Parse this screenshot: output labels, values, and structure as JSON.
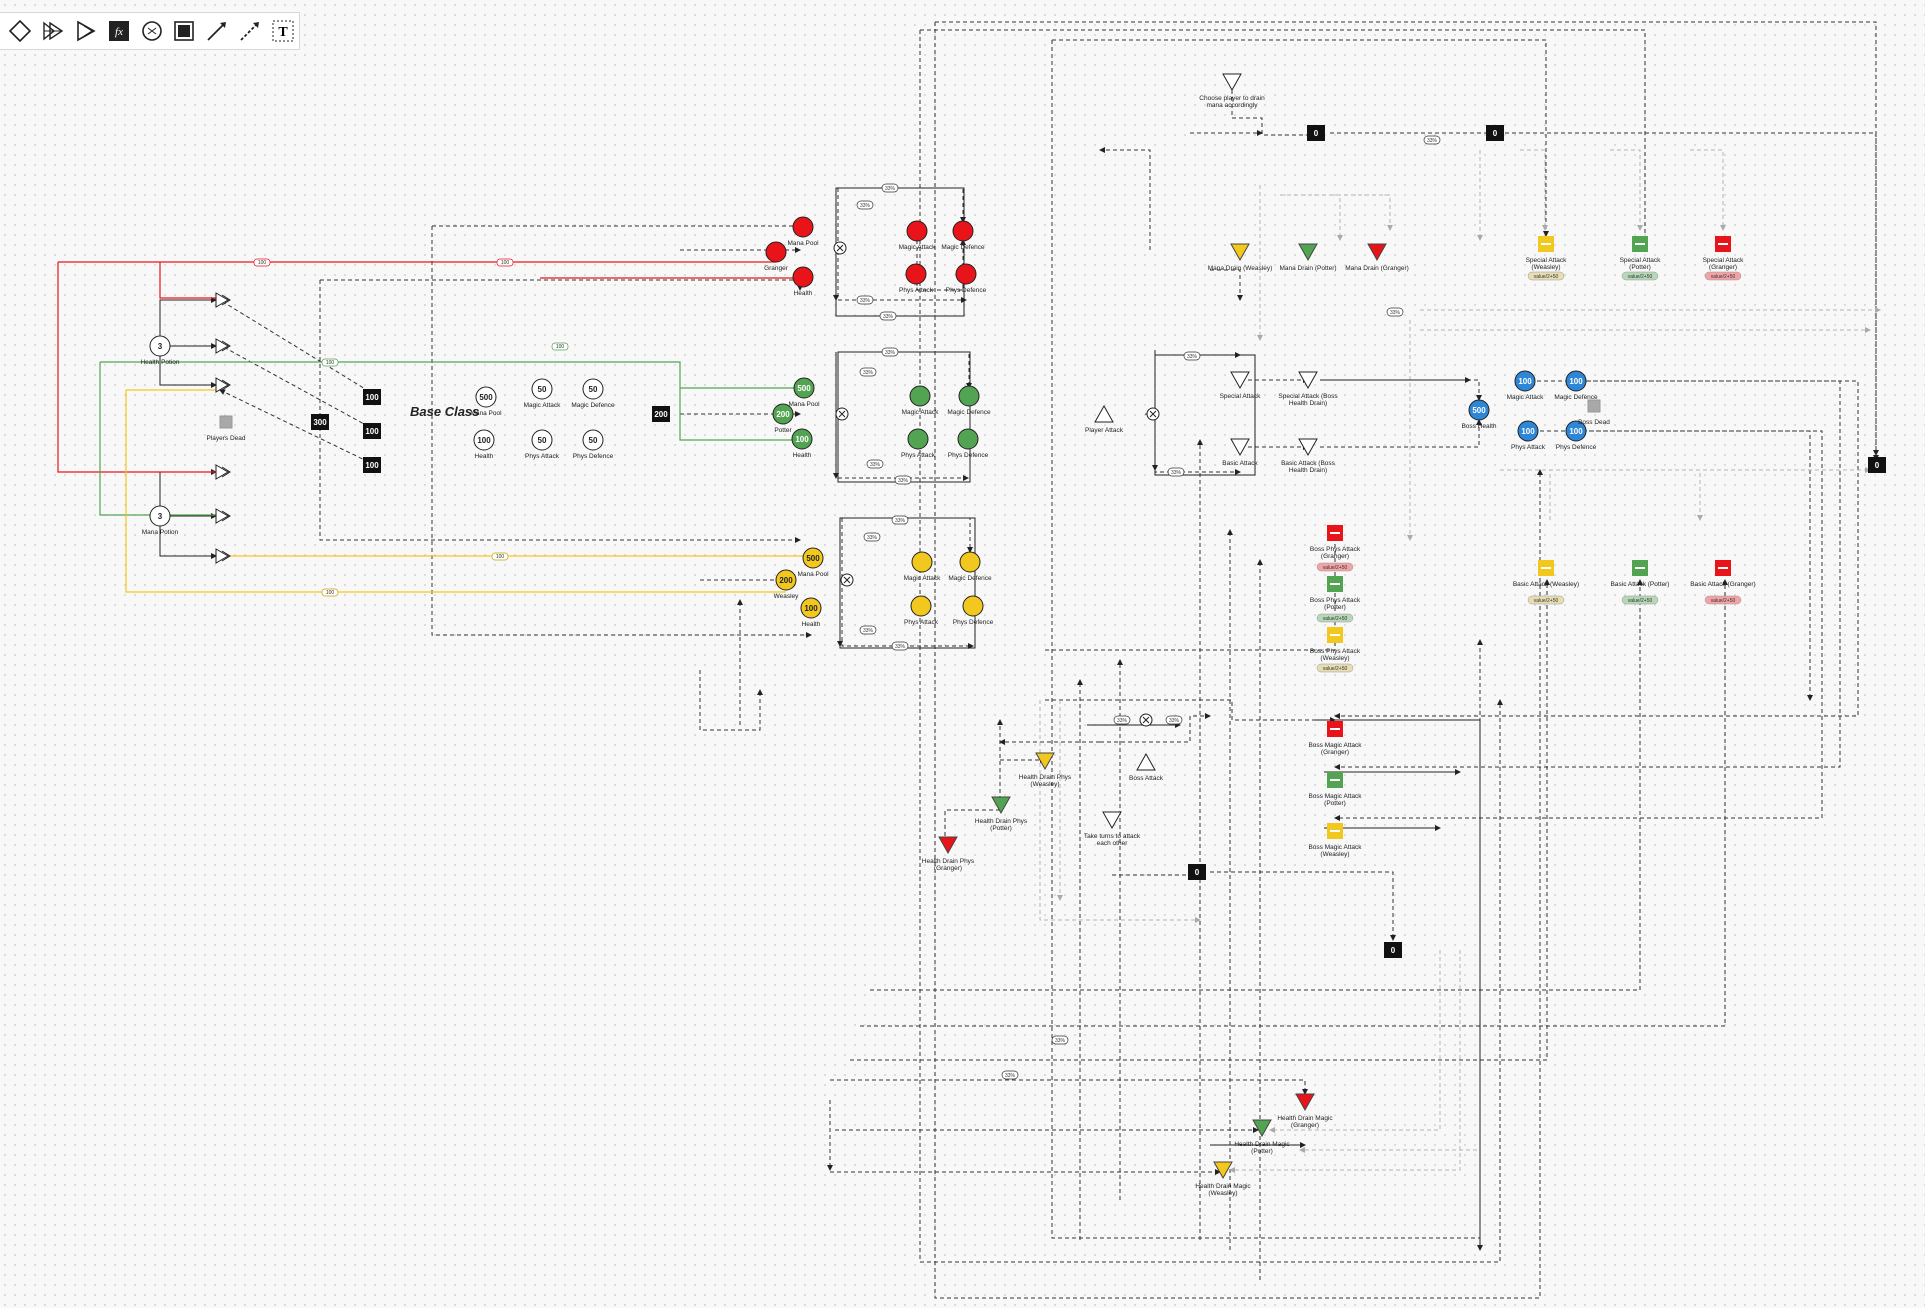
{
  "toolbar": {
    "tools": [
      {
        "name": "pool-tool-icon"
      },
      {
        "name": "source-tool-icon"
      },
      {
        "name": "drain-tool-icon"
      },
      {
        "name": "formula-tool-icon",
        "label": "fx"
      },
      {
        "name": "register-tool-icon"
      },
      {
        "name": "end-condition-tool-icon"
      },
      {
        "name": "resource-connection-tool-icon"
      },
      {
        "name": "state-connection-tool-icon"
      },
      {
        "name": "text-label-tool-icon",
        "label": "T"
      }
    ]
  },
  "colors": {
    "red": "#e8141a",
    "green": "#52a452",
    "yellow": "#f2c81f",
    "blue": "#2e86d6",
    "gray": "#a8a8a8",
    "black": "#111111",
    "lightred": "#f3a3a6",
    "lightgreen": "#b7d8b7",
    "lightyellow": "#e7ddb2"
  },
  "diagram": {
    "base_class_title": "Base Class",
    "nodes": [
      {
        "id": "health-potion-pool",
        "label": "Health Potion",
        "value": "3",
        "color": "white"
      },
      {
        "id": "mana-potion-pool",
        "label": "Mana Potion",
        "value": "3",
        "color": "white"
      },
      {
        "id": "players-dead",
        "label": "Players Dead",
        "color": "gray"
      },
      {
        "id": "reg-100-a",
        "value": "100"
      },
      {
        "id": "reg-100-b",
        "value": "100"
      },
      {
        "id": "reg-100-c",
        "value": "100"
      },
      {
        "id": "reg-300",
        "value": "300"
      },
      {
        "id": "base-mana-pool",
        "label": "Mana Pool",
        "value": "500"
      },
      {
        "id": "base-magic-attack",
        "label": "Magic Attack",
        "value": "50"
      },
      {
        "id": "base-magic-defence",
        "label": "Magic Defence",
        "value": "50"
      },
      {
        "id": "base-health",
        "label": "Health",
        "value": "100"
      },
      {
        "id": "base-phys-attack",
        "label": "Phys Attack",
        "value": "50"
      },
      {
        "id": "base-phys-defence",
        "label": "Phys Defence",
        "value": "50"
      },
      {
        "id": "reg-200",
        "value": "200"
      },
      {
        "id": "granger-mana-pool",
        "label": "Mana Pool",
        "color": "red"
      },
      {
        "id": "granger",
        "label": "Granger",
        "color": "red"
      },
      {
        "id": "granger-health",
        "label": "Health",
        "color": "red"
      },
      {
        "id": "granger-magic-attack",
        "label": "Magic Attack",
        "color": "red"
      },
      {
        "id": "granger-magic-defence",
        "label": "Magic Defence",
        "color": "red"
      },
      {
        "id": "granger-phys-attack",
        "label": "Phys Attack",
        "color": "red"
      },
      {
        "id": "granger-phys-defence",
        "label": "Phys Defence",
        "color": "red"
      },
      {
        "id": "potter-mana-pool",
        "label": "Mana Pool",
        "value": "500",
        "color": "green"
      },
      {
        "id": "potter",
        "label": "Potter",
        "value": "200",
        "color": "green"
      },
      {
        "id": "potter-health",
        "label": "Health",
        "value": "100",
        "color": "green"
      },
      {
        "id": "potter-magic-attack",
        "label": "Magic Attack",
        "color": "green"
      },
      {
        "id": "potter-magic-defence",
        "label": "Magic Defence",
        "color": "green"
      },
      {
        "id": "potter-phys-attack",
        "label": "Phys Attack",
        "color": "green"
      },
      {
        "id": "potter-phys-defence",
        "label": "Phys Defence",
        "color": "green"
      },
      {
        "id": "weasley-mana-pool",
        "label": "Mana Pool",
        "value": "500",
        "color": "yellow"
      },
      {
        "id": "weasley",
        "label": "Weasley",
        "value": "200",
        "color": "yellow"
      },
      {
        "id": "weasley-health",
        "label": "Health",
        "value": "100",
        "color": "yellow"
      },
      {
        "id": "weasley-magic-attack",
        "label": "Magic Attack",
        "color": "yellow"
      },
      {
        "id": "weasley-magic-defence",
        "label": "Magic Defence",
        "color": "yellow"
      },
      {
        "id": "weasley-phys-attack",
        "label": "Phys Attack",
        "color": "yellow"
      },
      {
        "id": "weasley-phys-defence",
        "label": "Phys Defence",
        "color": "yellow"
      },
      {
        "id": "choose-player",
        "label": "Choose player to drain mana accordingly"
      },
      {
        "id": "mana-drain-weasley",
        "label": "Mana Drain (Weasley)",
        "color": "yellow"
      },
      {
        "id": "mana-drain-potter",
        "label": "Mana Drain (Potter)",
        "color": "green"
      },
      {
        "id": "mana-drain-granger",
        "label": "Mana Drain (Granger)",
        "color": "red"
      },
      {
        "id": "special-attack",
        "label": "Special Attack"
      },
      {
        "id": "special-attack-boss-drain",
        "label": "Special Attack (Boss Health Drain)"
      },
      {
        "id": "basic-attack",
        "label": "Basic Attack"
      },
      {
        "id": "basic-attack-boss-drain",
        "label": "Basic Attack (Boss Health Drain)"
      },
      {
        "id": "player-attack",
        "label": "Player Attack"
      },
      {
        "id": "boss-health",
        "label": "Boss Health",
        "value": "500",
        "color": "blue"
      },
      {
        "id": "boss-magic-attack",
        "label": "Magic Attack",
        "value": "100",
        "color": "blue"
      },
      {
        "id": "boss-magic-defence",
        "label": "Magic Defence",
        "value": "100",
        "color": "blue"
      },
      {
        "id": "boss-phys-attack",
        "label": "Phys Attack",
        "value": "100",
        "color": "blue"
      },
      {
        "id": "boss-phys-defence",
        "label": "Phys Defence",
        "value": "100",
        "color": "blue"
      },
      {
        "id": "boss-dead",
        "label": "Boss Dead",
        "color": "gray"
      },
      {
        "id": "special-attack-weasley",
        "label": "Special Attack (Weasley)",
        "color": "yellow"
      },
      {
        "id": "special-attack-potter",
        "label": "Special Attack (Potter)",
        "color": "green"
      },
      {
        "id": "special-attack-granger",
        "label": "Special Attack (Granger)",
        "color": "red"
      },
      {
        "id": "boss-phys-attack-granger",
        "label": "Boss Phys Attack (Granger)",
        "color": "red"
      },
      {
        "id": "boss-phys-attack-potter",
        "label": "Boss Phys Attack (Potter)",
        "color": "green"
      },
      {
        "id": "boss-phys-attack-weasley",
        "label": "Boss Phys Attack (Weasley)",
        "color": "yellow"
      },
      {
        "id": "basic-attack-weasley",
        "label": "Basic Attack (Weasley)",
        "color": "yellow"
      },
      {
        "id": "basic-attack-potter",
        "label": "Basic Attack (Potter)",
        "color": "green"
      },
      {
        "id": "basic-attack-granger",
        "label": "Basic Attack (Granger)",
        "color": "red"
      },
      {
        "id": "boss-magic-attack-granger",
        "label": "Boss Magic Attack (Granger)",
        "color": "red"
      },
      {
        "id": "boss-magic-attack-potter",
        "label": "Boss Magic Attack (Potter)",
        "color": "green"
      },
      {
        "id": "boss-magic-attack-weasley",
        "label": "Boss Magic Attack (Weasley)",
        "color": "yellow"
      },
      {
        "id": "boss-attack",
        "label": "Boss Attack"
      },
      {
        "id": "health-drain-phys-weasley",
        "label": "Health Drain Phys (Weasley)",
        "color": "yellow"
      },
      {
        "id": "health-drain-phys-potter",
        "label": "Health Drain Phys (Potter)",
        "color": "green"
      },
      {
        "id": "health-drain-phys-granger",
        "label": "Health Drain Phys (Granger)",
        "color": "red"
      },
      {
        "id": "take-turns",
        "label": "Take turns to attack each other"
      },
      {
        "id": "health-drain-magic-granger",
        "label": "Health Drain Magic (Granger)",
        "color": "red"
      },
      {
        "id": "health-drain-magic-potter",
        "label": "Health Drain Magic (Potter)",
        "color": "green"
      },
      {
        "id": "health-drain-magic-weasley",
        "label": "Health Drain Magic (Weasley)",
        "color": "yellow"
      },
      {
        "id": "reg-0-top1",
        "value": "0"
      },
      {
        "id": "reg-0-top2",
        "value": "0"
      },
      {
        "id": "reg-0-right",
        "value": "0"
      },
      {
        "id": "reg-0-mid",
        "value": "0"
      },
      {
        "id": "reg-0-low",
        "value": "0"
      }
    ],
    "percent_labels": [
      "33%",
      "33%",
      "33%",
      "33%",
      "33%",
      "33%",
      "33%",
      "33%",
      "33%",
      "33%",
      "33%",
      "33%",
      "33%",
      "33%",
      "33%",
      "33%",
      "33%",
      "33%",
      "33%",
      "33%"
    ],
    "potion_rates": [
      "100",
      "100",
      "100",
      "100",
      "100",
      "100"
    ],
    "formula_pills": [
      "value/2+50",
      "value/2+50",
      "value/2+50",
      "value/2+50",
      "value/2+50",
      "value/2+50",
      "value/2+50",
      "value/2+50",
      "value/2+50"
    ]
  }
}
